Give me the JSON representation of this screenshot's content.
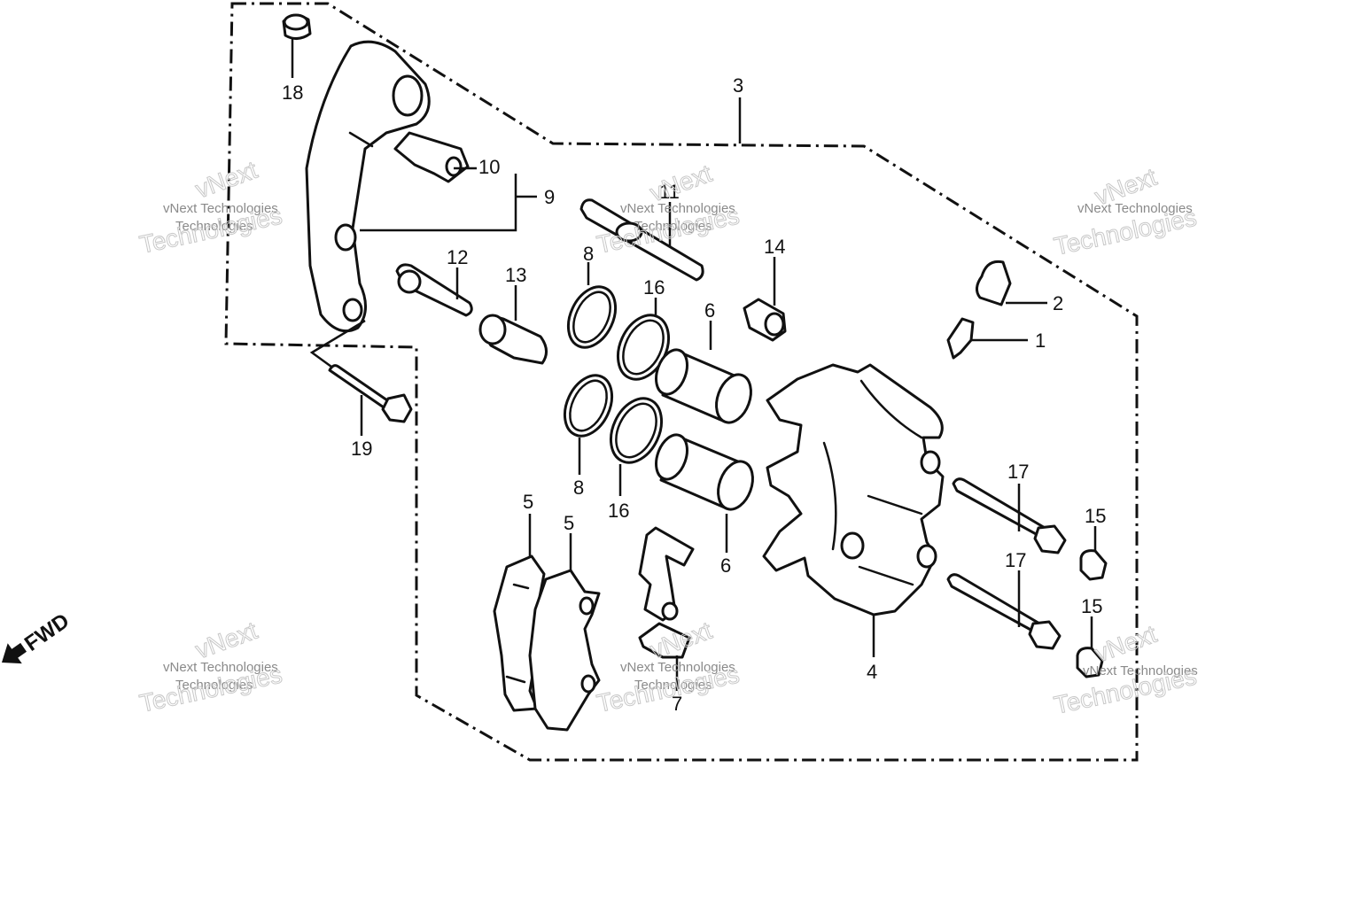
{
  "diagram": {
    "callouts": {
      "c1": "1",
      "c2": "2",
      "c3": "3",
      "c4": "4",
      "c5a": "5",
      "c5b": "5",
      "c6a": "6",
      "c6b": "6",
      "c7": "7",
      "c8a": "8",
      "c8b": "8",
      "c9": "9",
      "c10": "10",
      "c11": "11",
      "c12": "12",
      "c13": "13",
      "c14": "14",
      "c15a": "15",
      "c15b": "15",
      "c16a": "16",
      "c16b": "16",
      "c17a": "17",
      "c17b": "17",
      "c18": "18",
      "c19": "19"
    },
    "direction_label": "FWD"
  },
  "watermarks": {
    "line": "vNext Technologies",
    "big": "Technologies",
    "small": "vNext"
  }
}
